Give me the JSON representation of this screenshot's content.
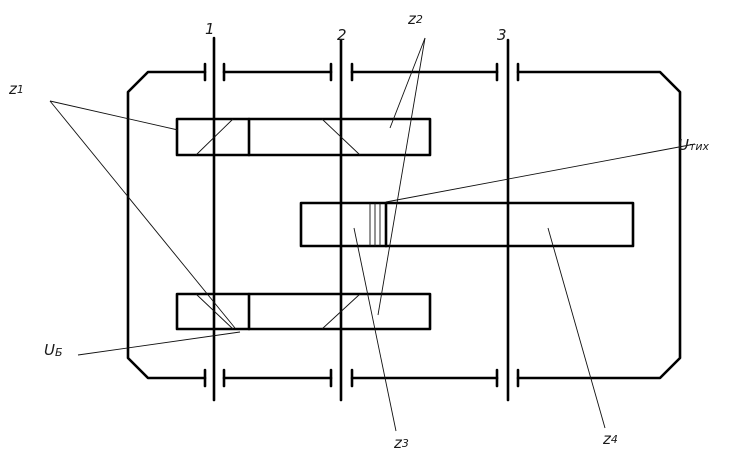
{
  "diagram": {
    "shaft_labels": [
      "1",
      "2",
      "3"
    ],
    "labels": {
      "z1": {
        "main": "z",
        "sub": "1"
      },
      "z2": {
        "main": "z",
        "sub": "2"
      },
      "z3": {
        "main": "z",
        "sub": "3"
      },
      "z4": {
        "main": "z",
        "sub": "4"
      },
      "u_tih": {
        "main": "U",
        "sub": "тих"
      },
      "u_b": {
        "main": "U",
        "sub": "Б"
      }
    },
    "stroke_color": "#000000"
  }
}
